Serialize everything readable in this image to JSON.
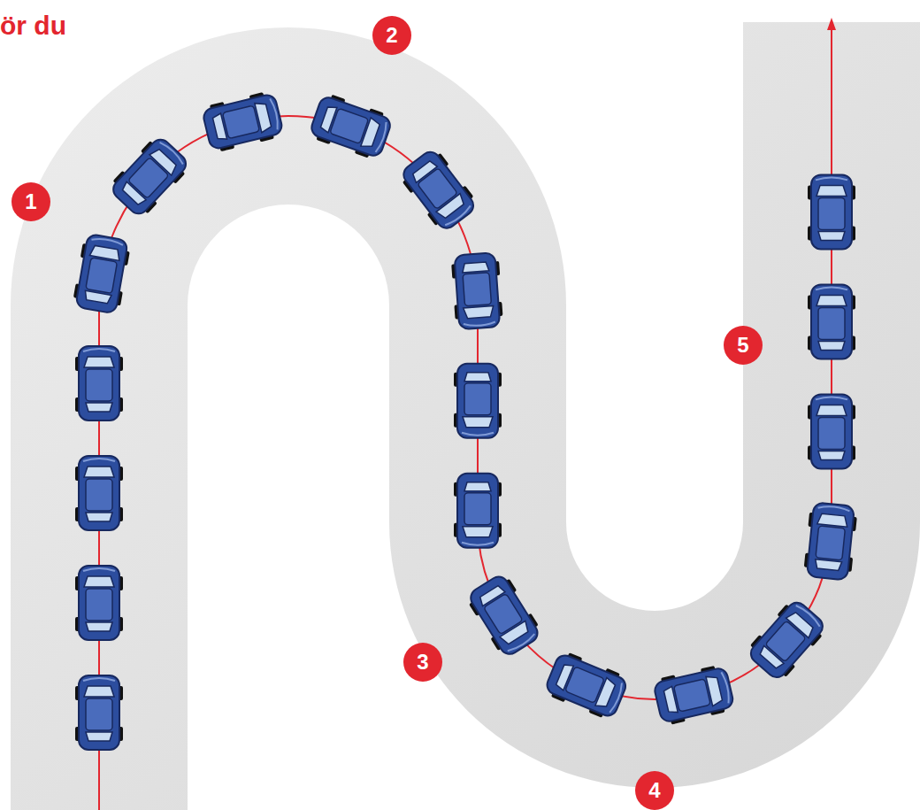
{
  "diagram": {
    "title": "ör du",
    "labels": [
      "1",
      "2",
      "3",
      "4",
      "5"
    ]
  }
}
